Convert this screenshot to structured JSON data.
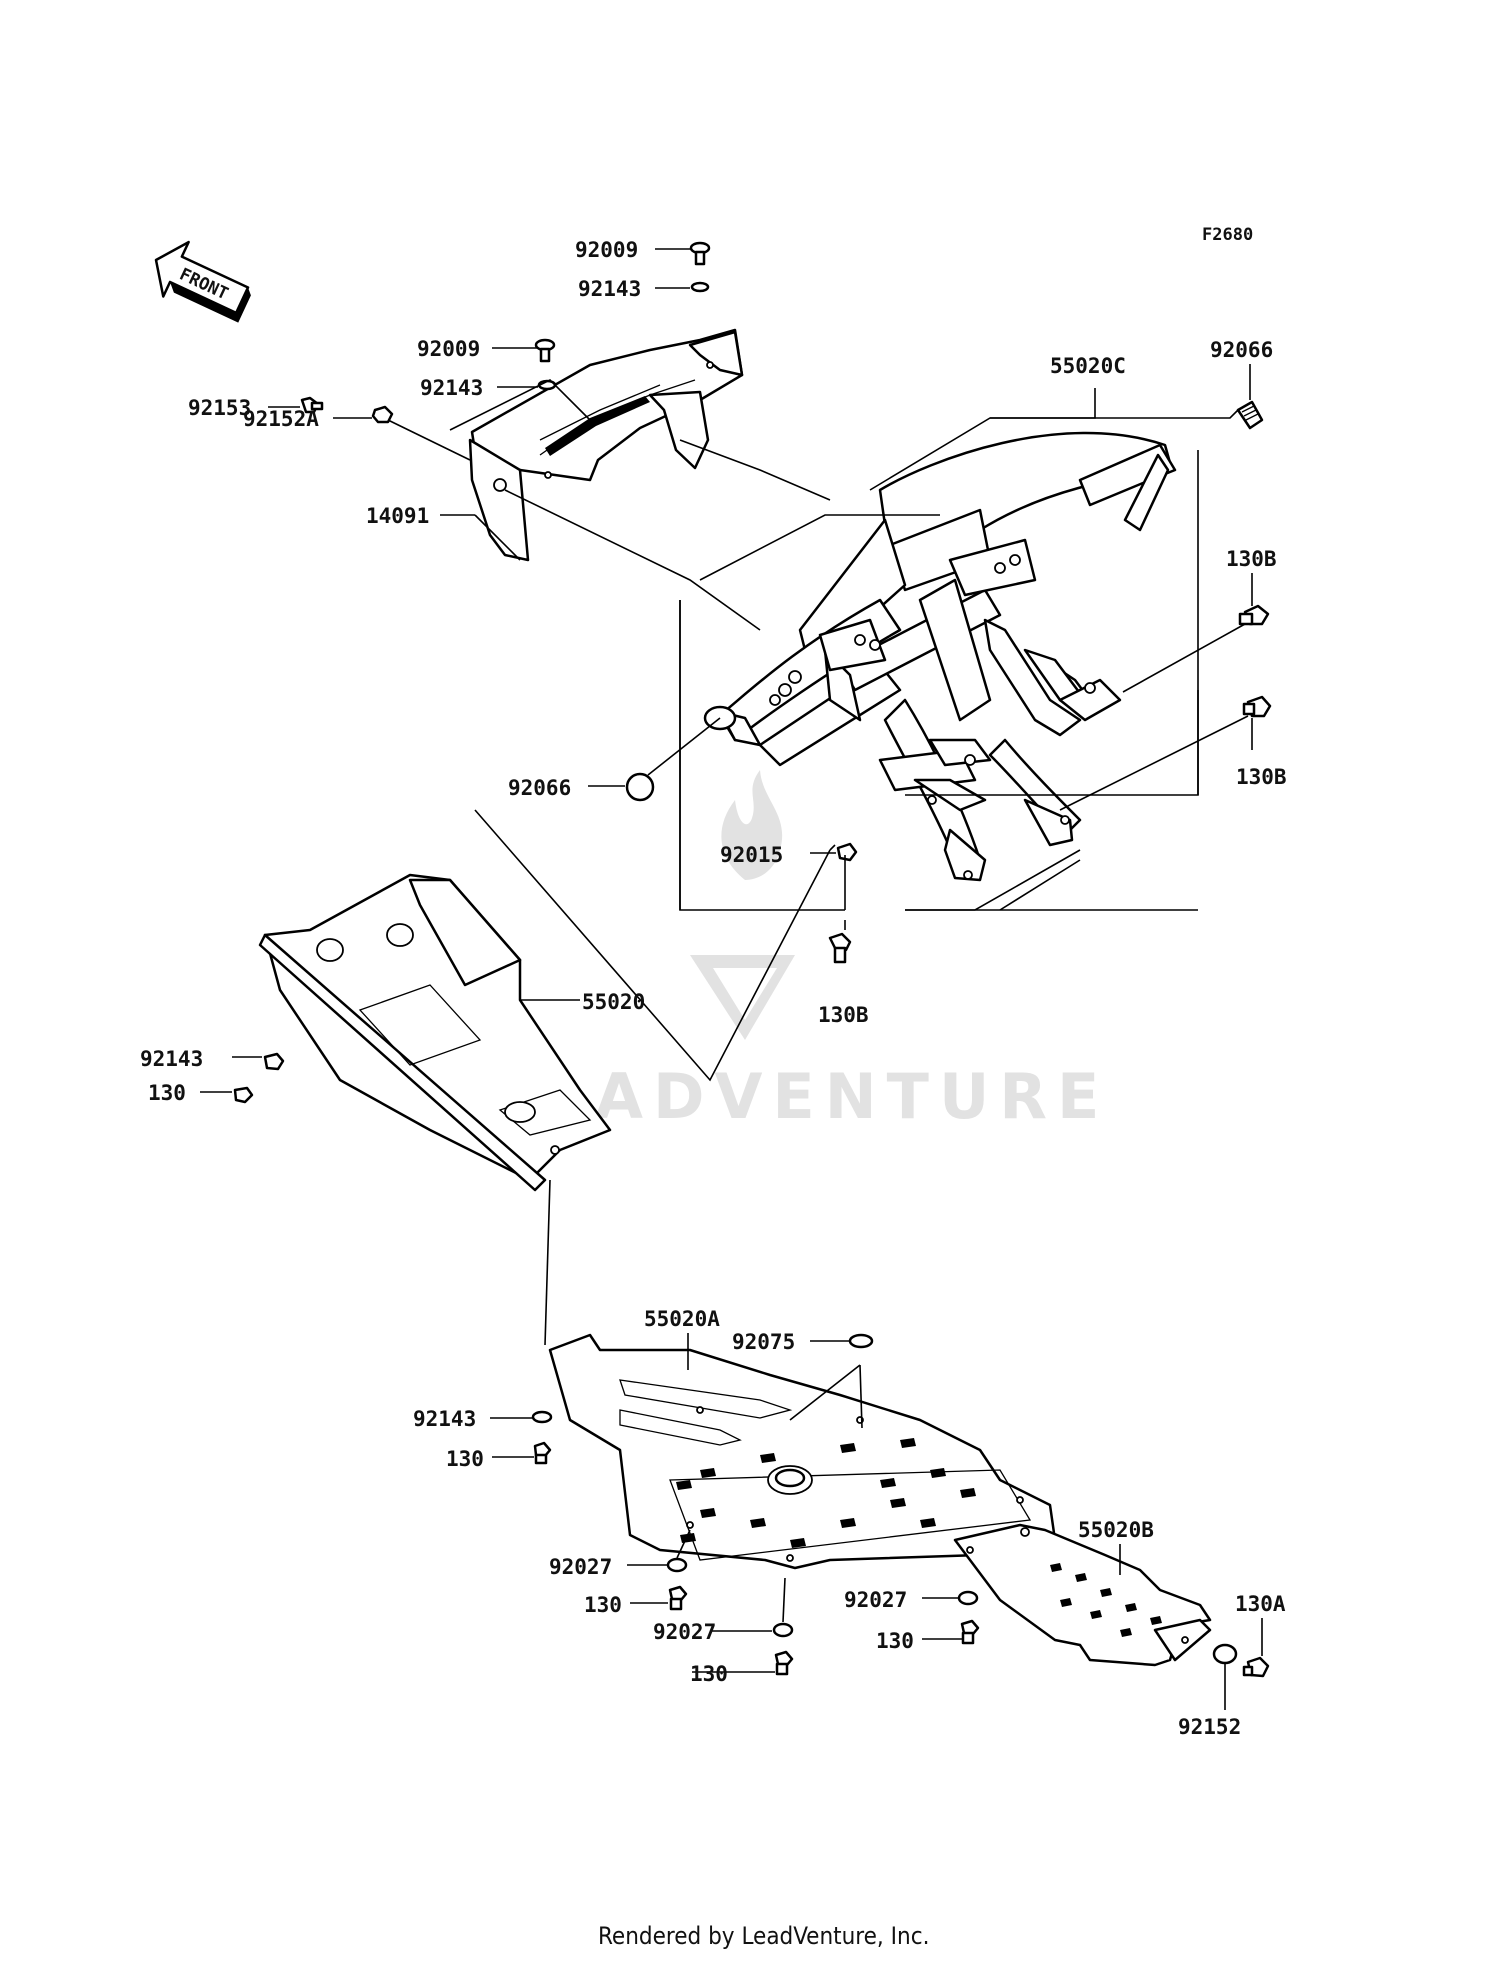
{
  "figure_code": "F2680",
  "front_arrow_text": "FRONT",
  "watermark_text": "ADVENTURE",
  "footer_text": "Rendered by LeadVenture, Inc.",
  "callouts": [
    {
      "id": "c01",
      "part": "92009",
      "text": "92009"
    },
    {
      "id": "c02",
      "part": "92143",
      "text": "92143"
    },
    {
      "id": "c03",
      "part": "92009",
      "text": "92009"
    },
    {
      "id": "c04",
      "part": "92143",
      "text": "92143"
    },
    {
      "id": "c05",
      "part": "92153",
      "text": "92153"
    },
    {
      "id": "c06",
      "part": "92152A",
      "text": "92152A"
    },
    {
      "id": "c07",
      "part": "14091",
      "text": "14091"
    },
    {
      "id": "c08",
      "part": "55020C",
      "text": "55020C"
    },
    {
      "id": "c09",
      "part": "92066",
      "text": "92066"
    },
    {
      "id": "c10",
      "part": "130B",
      "text": "130B"
    },
    {
      "id": "c11",
      "part": "130B",
      "text": "130B"
    },
    {
      "id": "c12",
      "part": "92066",
      "text": "92066"
    },
    {
      "id": "c13",
      "part": "92015",
      "text": "92015"
    },
    {
      "id": "c14",
      "part": "130B",
      "text": "130B"
    },
    {
      "id": "c15",
      "part": "55020",
      "text": "55020"
    },
    {
      "id": "c16",
      "part": "92143",
      "text": "92143"
    },
    {
      "id": "c17",
      "part": "130",
      "text": "130"
    },
    {
      "id": "c18",
      "part": "55020A",
      "text": "55020A"
    },
    {
      "id": "c19",
      "part": "92075",
      "text": "92075"
    },
    {
      "id": "c20",
      "part": "92143",
      "text": "92143"
    },
    {
      "id": "c21",
      "part": "130",
      "text": "130"
    },
    {
      "id": "c22",
      "part": "92027",
      "text": "92027"
    },
    {
      "id": "c23",
      "part": "130",
      "text": "130"
    },
    {
      "id": "c24",
      "part": "92027",
      "text": "92027"
    },
    {
      "id": "c25",
      "part": "130",
      "text": "130"
    },
    {
      "id": "c26",
      "part": "55020B",
      "text": "55020B"
    },
    {
      "id": "c27",
      "part": "92027",
      "text": "92027"
    },
    {
      "id": "c28",
      "part": "130",
      "text": "130"
    },
    {
      "id": "c29",
      "part": "130A",
      "text": "130A"
    },
    {
      "id": "c30",
      "part": "92152",
      "text": "92152"
    }
  ]
}
